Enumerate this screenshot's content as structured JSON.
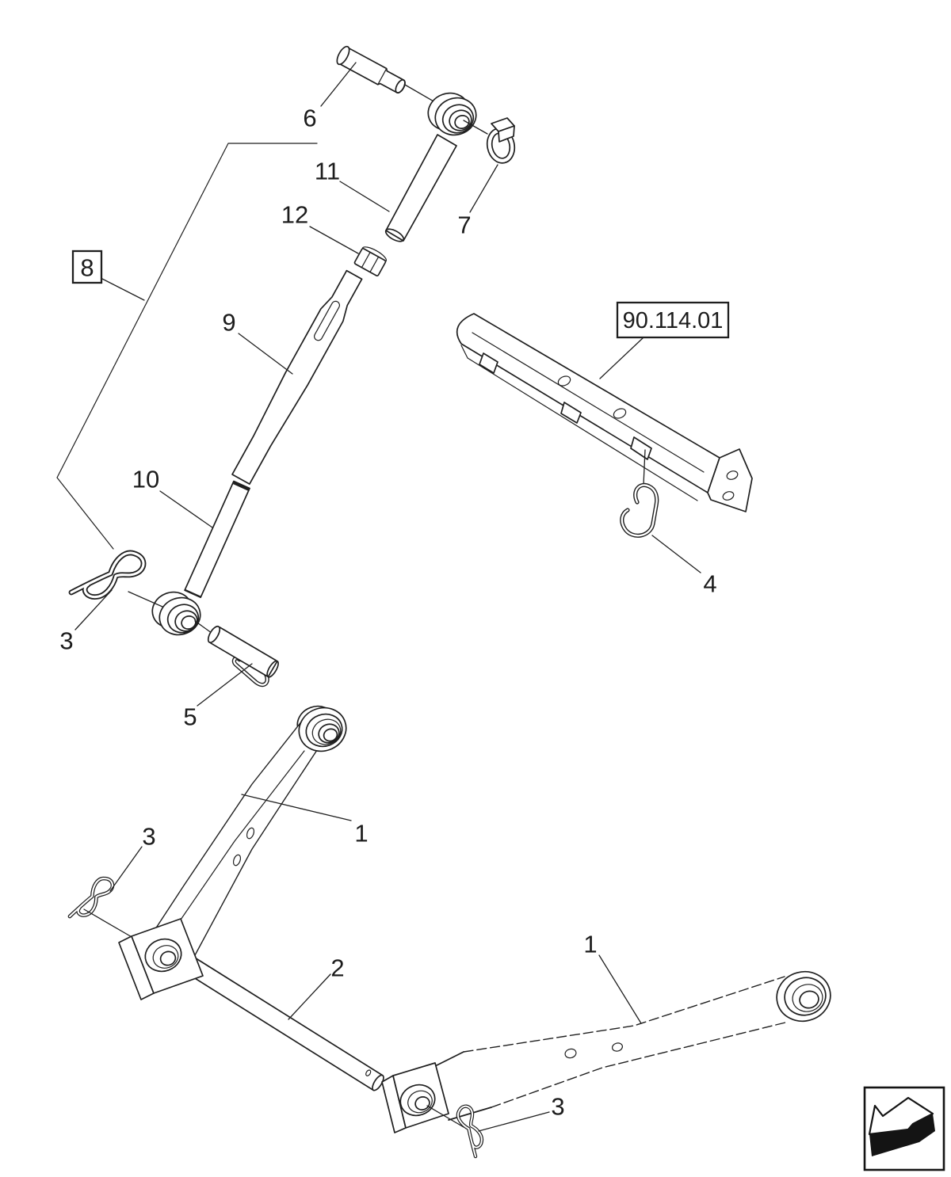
{
  "diagram": {
    "background": "#ffffff",
    "line_color": "#1f1f1f",
    "group_ref": {
      "label": "8"
    },
    "section_ref": {
      "label": "90.114.01"
    },
    "callouts": [
      {
        "label": "6"
      },
      {
        "label": "11"
      },
      {
        "label": "12"
      },
      {
        "label": "9"
      },
      {
        "label": "7"
      },
      {
        "label": "10"
      },
      {
        "label": "3"
      },
      {
        "label": "5"
      },
      {
        "label": "4"
      },
      {
        "label": "1"
      },
      {
        "label": "3"
      },
      {
        "label": "2"
      },
      {
        "label": "1"
      },
      {
        "label": "3"
      }
    ],
    "nav": {
      "back_icon": "previous-diagram-arrow"
    }
  }
}
